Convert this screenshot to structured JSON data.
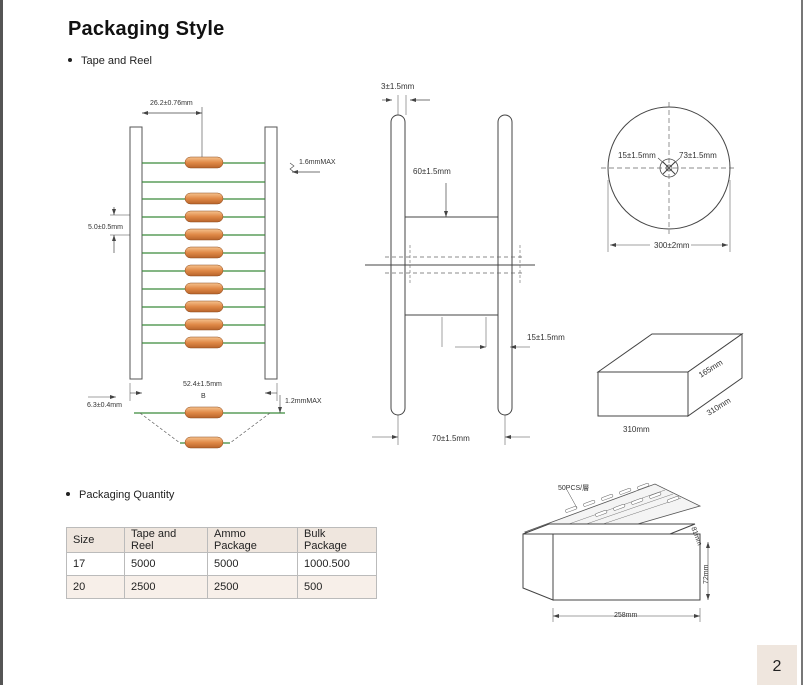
{
  "title": "Packaging Style",
  "sections": {
    "tape_reel": "Tape and Reel",
    "quantity": "Packaging Quantity"
  },
  "tape_diagram": {
    "dim_top": "26.2±0.76mm",
    "dim_max1": "1.6mmMAX",
    "dim_pitch": "5.0±0.5mm",
    "dim_width": "52.4±1.5mm",
    "dim_b": "B",
    "dim_offset": "6.3±0.4mm",
    "dim_max2": "1.2mmMAX"
  },
  "reel_side": {
    "dim_flange": "3±1.5mm",
    "dim_hub": "60±1.5mm",
    "dim_gap": "15±1.5mm",
    "dim_width": "70±1.5mm"
  },
  "reel_front": {
    "dim_left": "15±1.5mm",
    "dim_right": "73±1.5mm",
    "dim_dia": "300±2mm"
  },
  "box": {
    "dim_h": "165mm",
    "dim_d": "310mm",
    "dim_w": "310mm"
  },
  "ammo_box": {
    "note": "50PCS/層",
    "dim_d": "81mm",
    "dim_h": "72mm",
    "dim_w": "258mm"
  },
  "table": {
    "headers": [
      "Size",
      "Tape and Reel",
      "Ammo Package",
      "Bulk Package"
    ],
    "rows": [
      [
        "17",
        "5000",
        "5000",
        "1000.500"
      ],
      [
        "20",
        "2500",
        "2500",
        "500"
      ]
    ]
  },
  "page_number": "2",
  "colors": {
    "component": "#e08a48",
    "lead": "#3b8a3b",
    "header_bg": "#efe6de"
  }
}
